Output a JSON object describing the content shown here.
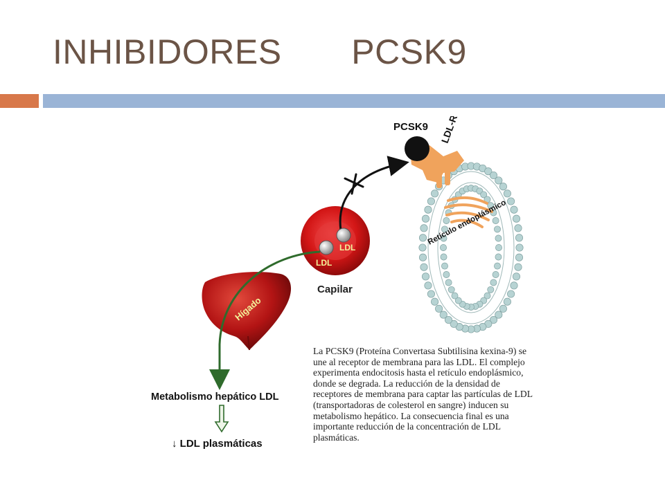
{
  "slide": {
    "title": "INHIBIDORES       PCSK9",
    "colors": {
      "title": "#6b5446",
      "accent_bar": "#d8784a",
      "main_bar": "#9ab4d6"
    }
  },
  "figure": {
    "labels": {
      "pcsk9": "PCSK9",
      "ldl_r": "LDL-R",
      "reticulo": "Retículo endoplásmico",
      "ldl_top": "LDL",
      "ldl_bottom": "LDL",
      "capilar": "Capilar",
      "higado": "Hígado",
      "metabolismo": "Metabolismo hepático LDL",
      "ldl_plasmaticas": "↓ LDL plasmáticas"
    },
    "caption": "La PCSK9 (Proteína Convertasa Subtilisina kexina-9) se une al receptor de membrana para las LDL. El complejo experimenta endocitosis hasta el retículo endoplásmico, donde se degrada. La reducción de la densidad de receptores de membrana para captar las partículas de LDL (transportadoras de colesterol en sangre) inducen su metabolismo hepático. La consecuencia final es una importante reducción de la concentración de LDL plasmáticas.",
    "colors": {
      "capillary": "#d31616",
      "liver": "#b31414",
      "arrow_green": "#2f6b2c",
      "membrane": "#b7d3d3",
      "er": "#f0a35c",
      "pcsk9": "#111111"
    }
  }
}
